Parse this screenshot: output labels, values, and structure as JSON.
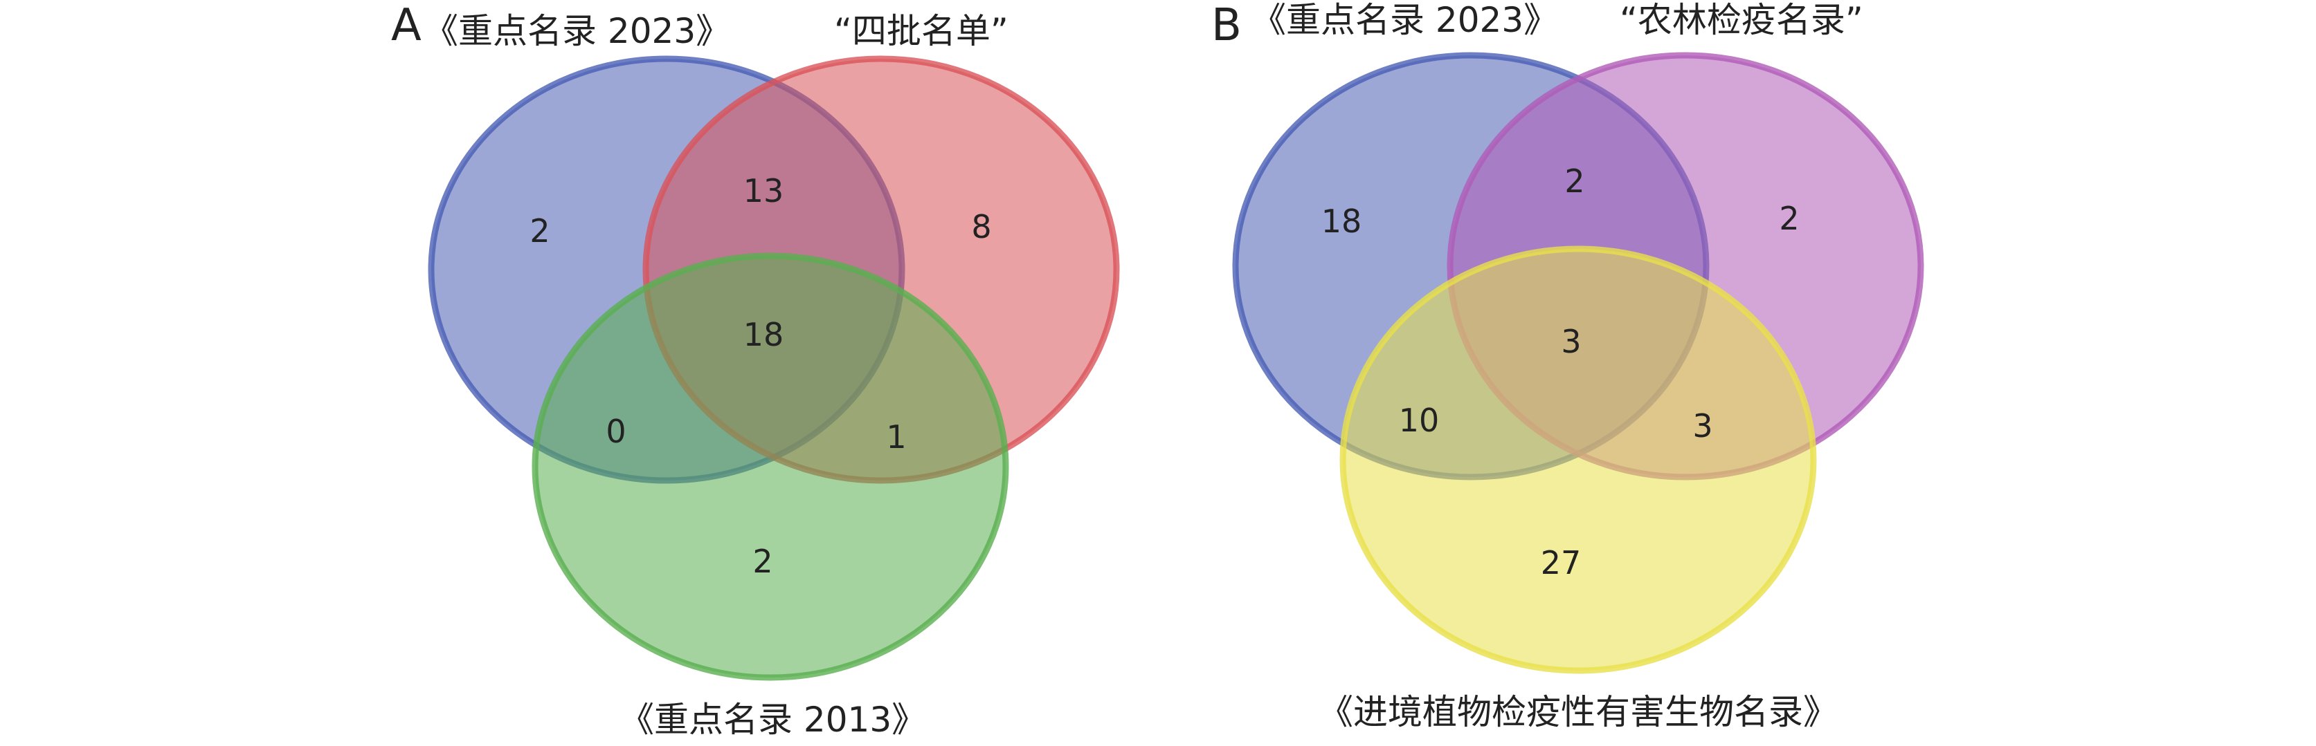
{
  "panels": {
    "a": {
      "letter": "A",
      "sets": {
        "top_left": {
          "title": "《重点名录 2023》",
          "color": "#4a5fb5"
        },
        "top_right": {
          "title": "“四批名单”",
          "color": "#d9545a"
        },
        "bottom": {
          "title": "《重点名录 2013》",
          "color": "#5aaf50"
        }
      },
      "counts": {
        "only_top_left": "2",
        "top_left_and_top_right": "13",
        "only_top_right": "8",
        "all_three": "18",
        "top_left_and_bottom": "0",
        "top_right_and_bottom": "1",
        "only_bottom": "2"
      }
    },
    "b": {
      "letter": "B",
      "sets": {
        "top_left": {
          "title": "《重点名录 2023》",
          "color": "#4a5fb5"
        },
        "top_right": {
          "title": "“农林检疫名录”",
          "color": "#b05cb8"
        },
        "bottom": {
          "title": "《进境植物检疫性有害生物名录》",
          "color": "#e8e04a"
        }
      },
      "counts": {
        "only_top_left": "18",
        "top_left_and_top_right": "2",
        "only_top_right": "2",
        "all_three": "3",
        "top_left_and_bottom": "10",
        "top_right_and_bottom": "3",
        "only_bottom": "27"
      }
    }
  }
}
